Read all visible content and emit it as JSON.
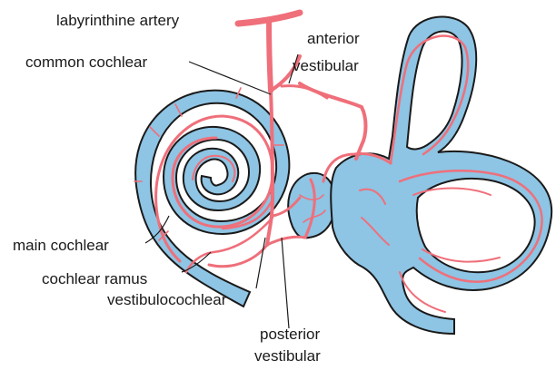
{
  "colors": {
    "labyrinth": "#8ec4e4",
    "outline": "#1a1a1a",
    "artery": "#ef6f7a",
    "background": "#ffffff"
  },
  "labels": {
    "labyrinthine_artery": "labyrinthine artery",
    "common_cochlear": "common cochlear",
    "anterior_vestibular_1": "anterior",
    "anterior_vestibular_2": "vestibular",
    "main_cochlear": "main cochlear",
    "cochlear_ramus": "cochlear ramus",
    "vestibulocochlear": "vestibulocochlear",
    "posterior_vestibular_1": "posterior",
    "posterior_vestibular_2": "vestibular"
  }
}
